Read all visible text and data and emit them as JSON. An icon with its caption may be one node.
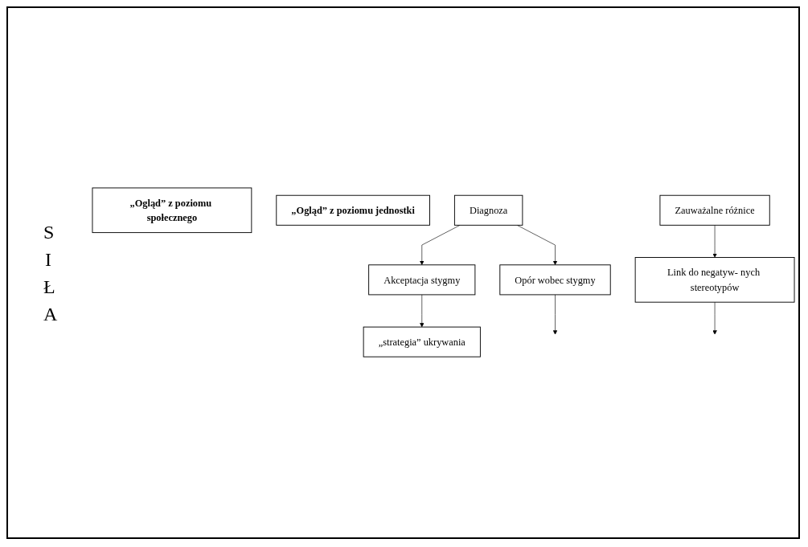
{
  "diagram": {
    "nodes": [
      {
        "text": [
          "„Ogląd” z poziomu społecznego"
        ]
      },
      {
        "text": [
          "„Ogląd” z poziomu jednostki"
        ]
      },
      {
        "text": [
          "Diagnoza"
        ]
      },
      {
        "text": [
          "Zauważalne różnice"
        ]
      },
      {
        "text": [
          "Link do negatyw- nych stereotypów"
        ]
      },
      {
        "text": [
          "Akceptacja stygmy"
        ]
      },
      {
        "text": [
          "Opór wobec stygmy"
        ]
      },
      {
        "text": [
          "„strategia” ukrywania"
        ]
      }
    ],
    "edges": [
      {
        "from": 3,
        "to": 4,
        "arrow": "to"
      },
      {
        "from": 4,
        "to": null,
        "arrow": "to"
      },
      {
        "from": 2,
        "to": 5,
        "arrow": "to"
      },
      {
        "from": 2,
        "to": 6,
        "arrow": "to"
      },
      {
        "from": 5,
        "to": 7,
        "arrow": "to"
      },
      {
        "from": 6,
        "to": null,
        "arrow": "to"
      }
    ],
    "labels": [
      "S I Ł A"
    ]
  }
}
